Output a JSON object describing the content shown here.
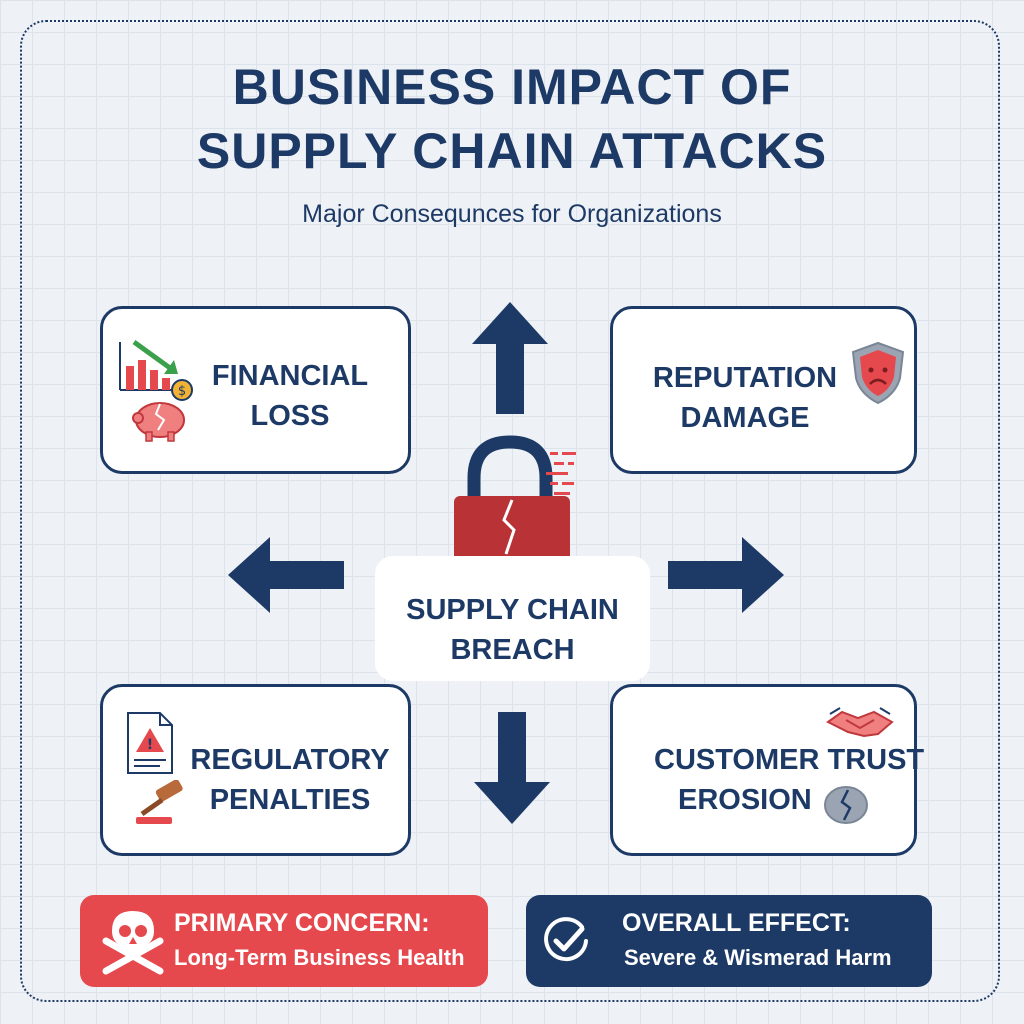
{
  "title_line1": "BUSINESS IMPACT OF",
  "title_line2": "SUPPLY CHAIN ATTACKS",
  "subtitle": "Major Consequnces for Organizations",
  "center": {
    "line1": "SUPPLY CHAIN",
    "line2": "BREACH",
    "icon": "broken-padlock-icon"
  },
  "cards": {
    "financial": {
      "line1": "FINANCIAL",
      "line2": "LOSS",
      "icons": [
        "declining-chart-icon",
        "broken-piggy-bank-icon"
      ]
    },
    "reputation": {
      "line1": "REPUTATION",
      "line2": "DAMAGE",
      "icons": [
        "sad-shield-icon"
      ]
    },
    "regulatory": {
      "line1": "REGULATORY",
      "line2": "PENALTIES",
      "icons": [
        "warning-document-icon",
        "gavel-icon"
      ]
    },
    "customer": {
      "line1": "CUSTOMER TRUST",
      "line2": "EROSION",
      "icons": [
        "handshake-icon",
        "broken-heart-icon"
      ]
    }
  },
  "banners": {
    "primary": {
      "label": "PRIMARY CONCERN:",
      "value": "Long-Term Business Health",
      "color": "#e5484d",
      "icon": "skull-crossbones-icon"
    },
    "overall": {
      "label": "OVERALL EFFECT:",
      "value": "Severe & Wismerad Harm",
      "color": "#1d3a66",
      "icon": "check-circle-icon"
    }
  },
  "colors": {
    "navy": "#1d3a66",
    "red": "#e5484d",
    "lock_red": "#b83236"
  }
}
